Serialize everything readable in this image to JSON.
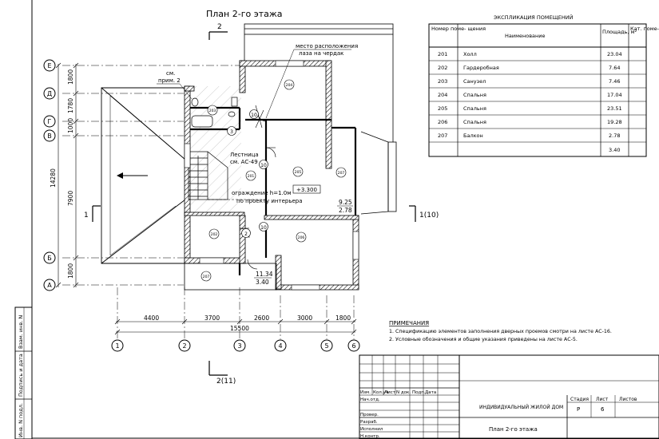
{
  "drawing": {
    "title": "План 2-го этажа",
    "section_mark_top": "2",
    "section_mark_bottom": "2(11)",
    "section_mark_left": "1",
    "section_mark_right": "1(10)"
  },
  "annotations": {
    "location_line1": "место расположения",
    "location_line2": "лаза на чердак",
    "see_note_line1": "см.",
    "see_note_line2": "прим. 2",
    "stair_line1": "Лестница",
    "stair_line2": "см. АС-49",
    "railing_line1": "ограждение h=1.0м",
    "railing_line2": "по проекту интерьера",
    "level_mark": "+3.300",
    "area_a": "9.25",
    "area_b": "2.78",
    "area_c": "11.34",
    "area_d": "3.40"
  },
  "room_tags": [
    "201",
    "202",
    "203",
    "204",
    "205",
    "206",
    "207"
  ],
  "door_tags": [
    "10",
    "10",
    "10",
    "2",
    "3"
  ],
  "axes": {
    "rows": [
      "Е",
      "Д",
      "Г",
      "В",
      "Б",
      "А"
    ],
    "cols": [
      "1",
      "2",
      "3",
      "4",
      "5",
      "6"
    ],
    "left_dims": [
      "1800",
      "1780",
      "1000",
      "7900",
      "1800"
    ],
    "left_total": "14280",
    "bottom_dims": [
      "4400",
      "3700",
      "2600",
      "3000",
      "1800"
    ],
    "bottom_total": "15500"
  },
  "schedule": {
    "title": "ЭКСПЛИКАЦИЯ ПОМЕЩЕНИЙ",
    "headers": [
      "Номер поме- щения",
      "Наименование",
      "Площадь, м²",
      "Кат. поме- ще- ния"
    ],
    "rows": [
      {
        "num": "201",
        "name": "Холл",
        "area": "23.04"
      },
      {
        "num": "202",
        "name": "Гардеробная",
        "area": "7.64"
      },
      {
        "num": "203",
        "name": "Санузел",
        "area": "7.46"
      },
      {
        "num": "204",
        "name": "Спальня",
        "area": "17.04"
      },
      {
        "num": "205",
        "name": "Спальня",
        "area": "23.51"
      },
      {
        "num": "206",
        "name": "Спальня",
        "area": "19.28"
      },
      {
        "num": "207",
        "name": "Балкон",
        "area": "2.78"
      },
      {
        "num": "",
        "name": "",
        "area": "3.40"
      }
    ]
  },
  "notes": {
    "title": "ПРИМЕЧАНИЯ",
    "items": [
      "1. Спецификацию элементов заполнения дверных проемов смотри на листе АС-16.",
      "2. Условные обозначения и общие указания приведены на листе АС-5."
    ]
  },
  "title_block": {
    "col_headers": [
      "Изм.",
      "Кол.уч",
      "Лист",
      "N док.",
      "Подп.",
      "Дата"
    ],
    "roles": [
      "Нач.отд.",
      "Провер.",
      "Разраб.",
      "Исполнил",
      "Н.контр."
    ],
    "project": "ИНДИВИДУАЛЬНЫЙ ЖИЛОЙ ДОМ",
    "sheet_name": "План 2-го этажа",
    "stage_label": "Стадия",
    "sheet_label": "Лист",
    "sheets_label": "Листов",
    "stage_value": "Р",
    "sheet_value": "6"
  },
  "side_stamp": [
    "Взам. инв. N",
    "Подпись и дата",
    "Инв. N подл."
  ]
}
